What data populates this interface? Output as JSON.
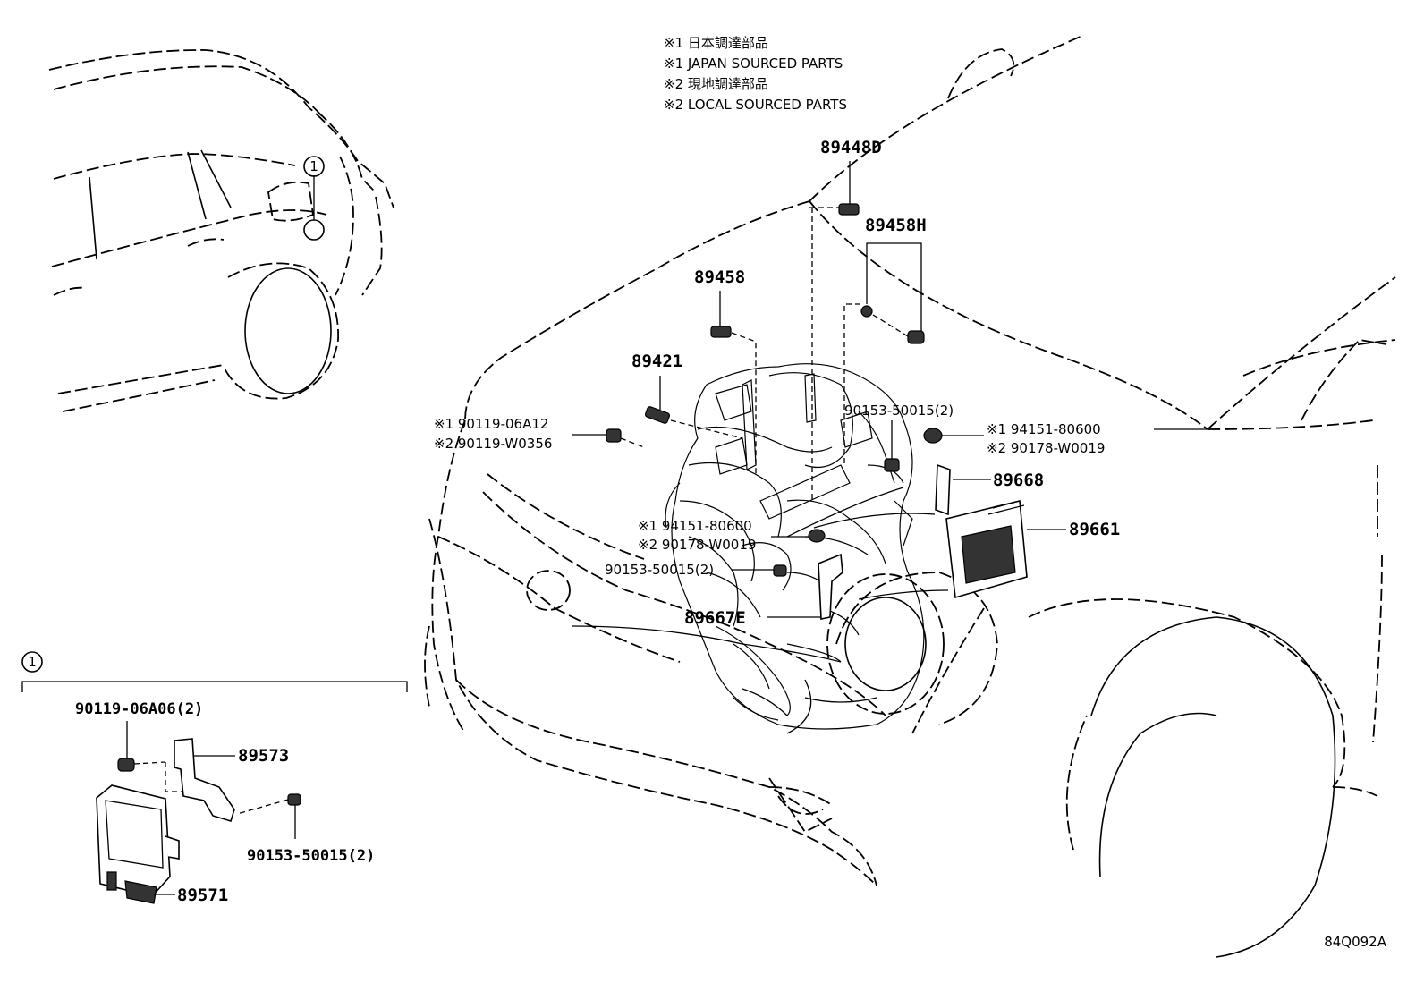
{
  "notes": [
    "※1 日本調達部品",
    "※1 JAPAN SOURCED PARTS",
    "※2 現地調達部品",
    "※2 LOCAL SOURCED PARTS"
  ],
  "parts": {
    "p89448D": "89448D",
    "p89458H": "89458H",
    "p89458": "89458",
    "p89421": "89421",
    "p90153_top": "90153-50015(2)",
    "p94151_right_j": "※1 94151-80600",
    "p90178_right_l": "※2 90178-W0019",
    "p90119_j": "※1 90119-06A12",
    "p90119_l": "※2 90119-W0356",
    "p89668": "89668",
    "p89661": "89661",
    "p94151_mid_j": "※1 94151-80600",
    "p90178_mid_l": "※2 90178-W0019",
    "p90153_mid": "90153-50015(2)",
    "p89667E": "89667E"
  },
  "detail": {
    "callout": "1",
    "p90119_06A06": "90119-06A06(2)",
    "p89573": "89573",
    "p90153_detail": "90153-50015(2)",
    "p89571": "89571"
  },
  "car_callout": "1",
  "diagram_code": "84Q092A"
}
